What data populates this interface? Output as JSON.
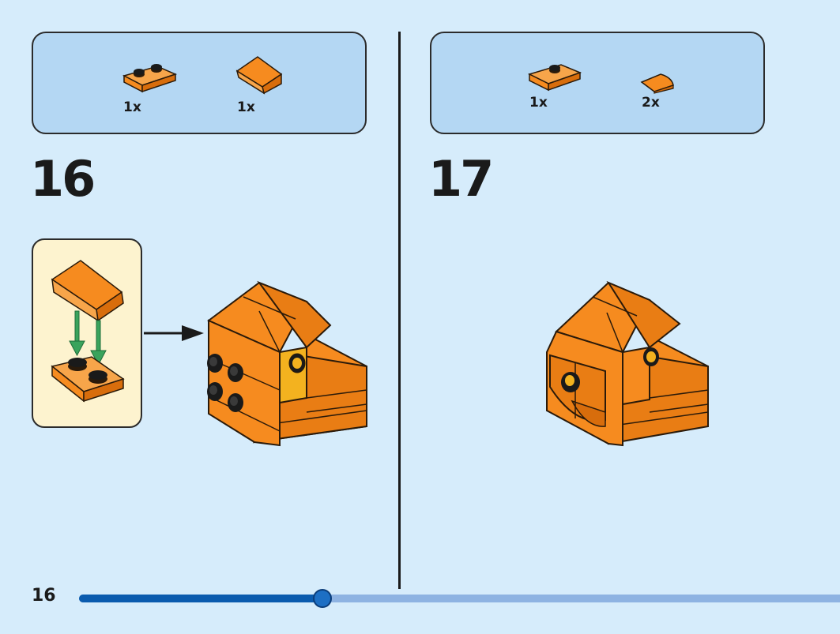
{
  "step16": {
    "number": "16",
    "parts": [
      {
        "icon": "orange-plate-1x2-icon",
        "qty": "1x"
      },
      {
        "icon": "orange-slope-brick-icon",
        "qty": "1x"
      }
    ]
  },
  "step17": {
    "number": "17",
    "parts": [
      {
        "icon": "orange-jumper-plate-icon",
        "qty": "1x"
      },
      {
        "icon": "orange-round-tile-quarter-icon",
        "qty": "2x"
      }
    ]
  },
  "page": {
    "number": "16"
  },
  "progress": {
    "fraction": 0.32
  },
  "colors": {
    "orange": "#f68b1f",
    "orange_dark": "#d86d0c",
    "arrow_green": "#3aa35c",
    "background": "#d6ecfb",
    "parts_box": "#b4d7f3",
    "subassembly_box": "#fdf3cf",
    "progress_fill": "#0a5bae",
    "progress_track": "#8eb3e2"
  }
}
